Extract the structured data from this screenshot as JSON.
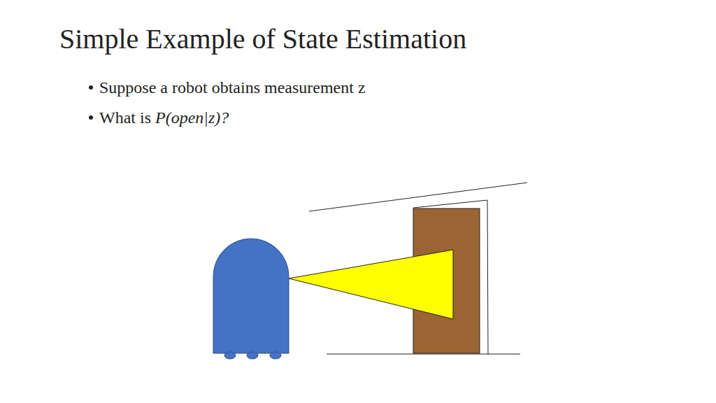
{
  "diagram": {
    "title": "Simple Example of State Estimation",
    "labels": [
      "Suppose a robot obtains measurement z",
      "What is",
      "P(open|z)?"
    ]
  }
}
